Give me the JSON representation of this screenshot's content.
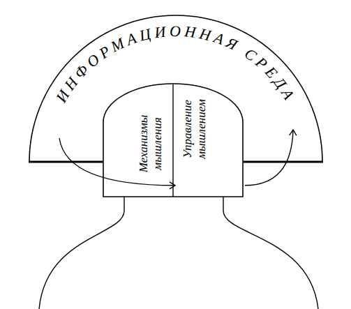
{
  "diagram": {
    "nodes": [
      {
        "text": [
          "ИНФОРМАЦИОННАЯ СРЕДА"
        ]
      },
      {
        "text": [
          "Механизмы мышления"
        ]
      },
      {
        "text": [
          "Управление мышлением"
        ]
      }
    ],
    "edges": [
      {
        "from": 0,
        "to": 1,
        "arrow": "to"
      },
      {
        "from": 2,
        "to": 0,
        "arrow": "to"
      }
    ]
  }
}
